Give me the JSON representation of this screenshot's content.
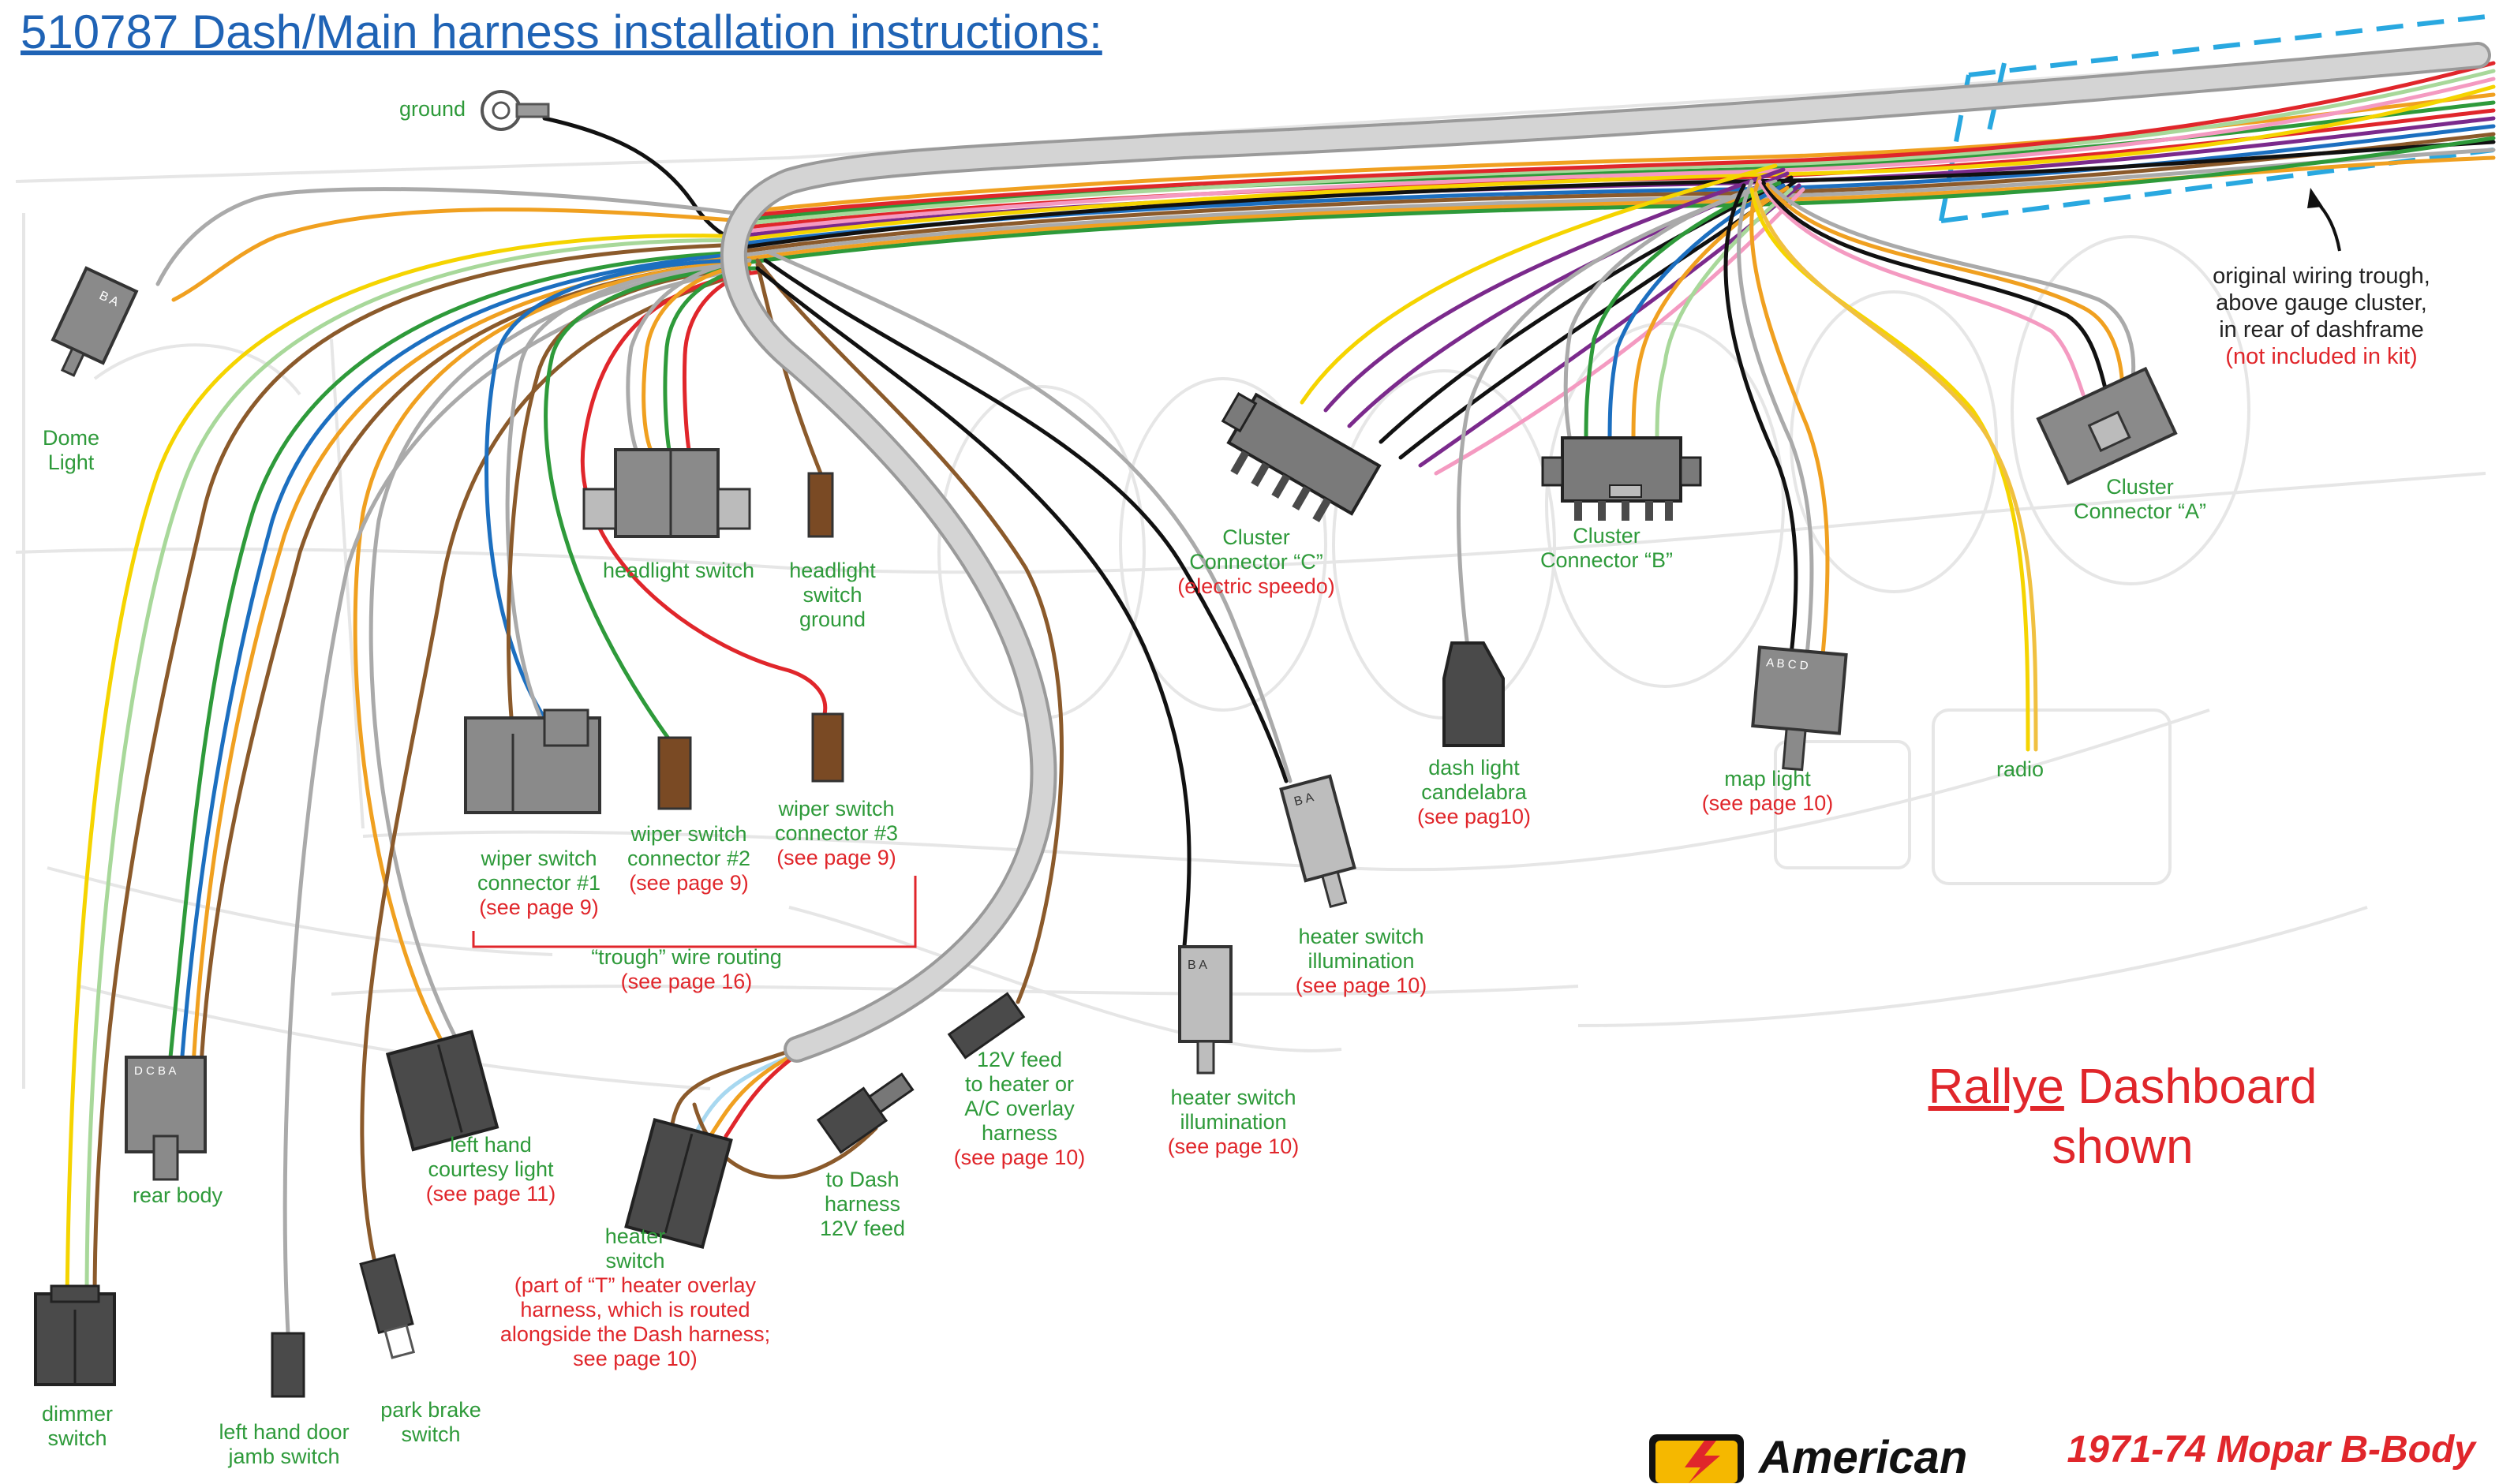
{
  "title": "510787 Dash/Main harness installation instructions:",
  "labels": {
    "ground": "ground",
    "dome_light_1": "Dome",
    "dome_light_2": "Light",
    "headlight_switch": "headlight switch",
    "headlight_ground_1": "headlight",
    "headlight_ground_2": "switch",
    "headlight_ground_3": "ground",
    "wiper1_1": "wiper switch",
    "wiper1_2": "connector #1",
    "wiper1_ref": "(see page 9)",
    "wiper2_1": "wiper switch",
    "wiper2_2": "connector #2",
    "wiper2_ref": "(see page 9)",
    "wiper3_1": "wiper switch",
    "wiper3_2": "connector #3",
    "wiper3_ref": "(see page 9)",
    "trough_1": "“trough” wire routing",
    "trough_ref": "(see page 16)",
    "rear_body": "rear body",
    "courtesy_1": "left hand",
    "courtesy_2": "courtesy light",
    "courtesy_ref": "(see page 11)",
    "heater_switch_1": "heater",
    "heater_switch_2": "switch",
    "heater_note_1": "(part of “T” heater overlay",
    "heater_note_2": "harness, which is routed",
    "heater_note_3": "alongside the Dash harness;",
    "heater_note_4": "see page 10)",
    "to_dash_1": "to Dash",
    "to_dash_2": "harness",
    "to_dash_3": "12V feed",
    "feed12_1": "12V feed",
    "feed12_2": "to heater or",
    "feed12_3": "A/C overlay",
    "feed12_4": "harness",
    "feed12_ref": "(see page 10)",
    "hs_illum_lower_1": "heater switch",
    "hs_illum_lower_2": "illumination",
    "hs_illum_lower_ref": "(see page 10)",
    "hs_illum_upper_1": "heater switch",
    "hs_illum_upper_2": "illumination",
    "hs_illum_upper_ref": "(see page 10)",
    "cluster_c_1": "Cluster",
    "cluster_c_2": "Connector “C”",
    "cluster_c_ref": "(electric speedo)",
    "cluster_b_1": "Cluster",
    "cluster_b_2": "Connector “B”",
    "cluster_a_1": "Cluster",
    "cluster_a_2": "Connector “A”",
    "candelabra_1": "dash light",
    "candelabra_2": "candelabra",
    "candelabra_ref": "(see pag10)",
    "map_light": "map light",
    "map_light_ref": "(see page 10)",
    "radio": "radio",
    "dimmer_1": "dimmer",
    "dimmer_2": "switch",
    "door_jamb_1": "left hand door",
    "door_jamb_2": "jamb switch",
    "park_brake_1": "park brake",
    "park_brake_2": "switch"
  },
  "trough_note": {
    "line1": "original wiring trough,",
    "line2": "above gauge cluster,",
    "line3": "in rear of dashframe",
    "line4": "(not included in kit)"
  },
  "rallye": {
    "word": "Rallye",
    "rest": " Dashboard",
    "line2": "shown"
  },
  "footer": "1971-74 Mopar B-Body",
  "brand": "American",
  "pin_letters": {
    "dome": "B A",
    "rear_body": "D C B A",
    "hs_upper": "B A",
    "hs_lower": "B A",
    "map_light": "A B  C D"
  },
  "colors": {
    "title": "#1f63b5",
    "label_green": "#2e9a3a",
    "ref_red": "#e0262b",
    "trough_blue": "#29a8e0",
    "connector_gray": "#8a8a8a",
    "connector_dark": "#4a4a4a",
    "connector_brown": "#7a4a24"
  }
}
